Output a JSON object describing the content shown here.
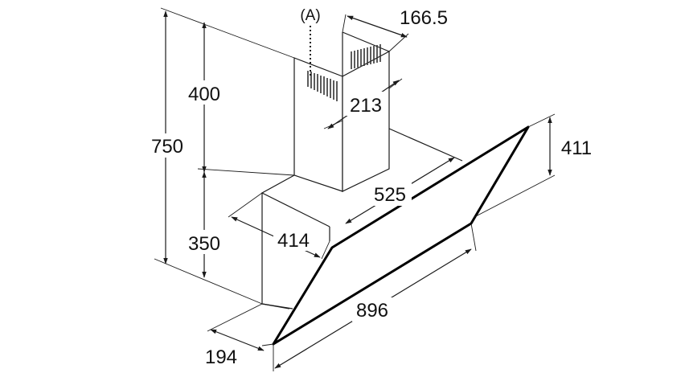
{
  "diagram": {
    "callout": {
      "label": "(A)"
    },
    "dimensions": {
      "total_height": "750",
      "chimney_height": "400",
      "body_height": "350",
      "chimney_width": "166.5",
      "chimney_depth": "213",
      "body_width": "525",
      "body_depth": "414",
      "panel_height": "411",
      "panel_width": "896",
      "base_depth": "194"
    },
    "colors": {
      "line": "#1a1a1a",
      "panel_edge": "#000000",
      "background": "#ffffff"
    }
  }
}
